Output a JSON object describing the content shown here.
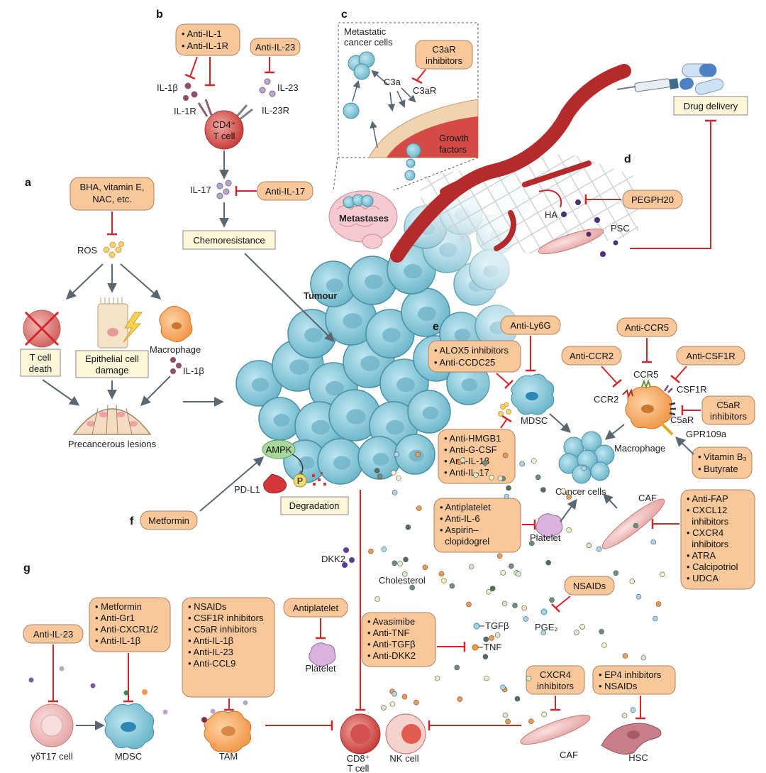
{
  "panel_labels": {
    "a": "a",
    "b": "b",
    "c": "c",
    "d": "d",
    "e": "e",
    "f": "f",
    "g": "g"
  },
  "colors": {
    "box_fill": "#f9c89a",
    "box_stroke": "#b08160",
    "inhibit": "#d4252a",
    "arrow": "#5a6670",
    "cell": "#8fd0e2",
    "vessel": "#b52a2a",
    "outcome_fill": "#fdf6d8"
  },
  "tumour": {
    "label": "Tumour"
  },
  "panel_a": {
    "antioxidants": [
      "BHA, vitamin E,",
      "NAC, etc."
    ],
    "ros": "ROS",
    "t_cell_death": [
      "T cell",
      "death"
    ],
    "epithelial_damage": [
      "Epithelial cell",
      "damage"
    ],
    "macrophage": "Macrophage",
    "il1b": "IL-1β",
    "precancerous": "Precancerous lesions"
  },
  "panel_b": {
    "anti_il1": [
      "• Anti-IL-1",
      "• Anti-IL-1R"
    ],
    "anti_il23": "Anti-IL-23",
    "il1b": "IL-1β",
    "il23": "IL-23",
    "il1r": "IL-1R",
    "il23r": "IL-23R",
    "cd4": [
      "CD4⁺",
      "T cell"
    ],
    "il17": "IL-17",
    "anti_il17": "Anti-IL-17",
    "chemoresistance": "Chemoresistance"
  },
  "panel_c": {
    "metastatic": [
      "Metastatic",
      "cancer cells"
    ],
    "c3a": "C3a",
    "c3ar": "C3aR",
    "c3ar_inhibitors": [
      "C3aR",
      "inhibitors"
    ],
    "growth_factors": [
      "Growth",
      "factors"
    ],
    "metastases": "Metastases"
  },
  "panel_d": {
    "drug_delivery": "Drug delivery",
    "pegph20": "PEGPH20",
    "ha": "HA",
    "psc": "PSC"
  },
  "panel_e": {
    "anti_ly6g": "Anti-Ly6G",
    "alox5": [
      "• ALOX5 inhibitors",
      "• Anti-CCDC25"
    ],
    "mdsc": "MDSC",
    "anti_hmgb1": [
      "• Anti-HMGB1",
      "• Anti-G-CSF",
      "• Anti-IL-1β",
      "• Anti-IL-17"
    ],
    "anti_ccr5": "Anti-CCR5",
    "anti_ccr2": "Anti-CCR2",
    "anti_csf1r": "Anti-CSF1R",
    "ccr5": "CCR5",
    "ccr2": "CCR2",
    "csf1r": "CSF1R",
    "c5ar": "C5aR",
    "c5ar_inhibitors": [
      "C5aR",
      "inhibitors"
    ],
    "gpr109a": "GPR109a",
    "macrophage": "Macrophage",
    "vitamin_b3": [
      "• Vitamin B₃",
      "• Butyrate"
    ],
    "cancer_cells": "Cancer cells",
    "antiplatelet": [
      "• Antiplatelet",
      "• Anti-IL-6",
      "• Aspirin–",
      "  clopidogrel"
    ],
    "platelet": "Platelet",
    "caf": "CAF",
    "anti_fap": [
      "• Anti-FAP",
      "• CXCL12",
      "  inhibitors",
      "• CXCR4",
      "  inhibitors",
      "• ATRA",
      "• Calcipotriol",
      "• UDCA"
    ]
  },
  "panel_f": {
    "ampk": "AMPK",
    "p": "P",
    "pdl1": "PD-L1",
    "degradation": "Degradation",
    "metformin": "Metformin"
  },
  "panel_g": {
    "anti_il23": "Anti-IL-23",
    "gdt17": "γδT17 cell",
    "metformin_box": [
      "• Metformin",
      "• Anti-Gr1",
      "• Anti-CXCR1/2",
      "• Anti-IL-1β"
    ],
    "mdsc": "MDSC",
    "nsaids_box": [
      "• NSAIDs",
      "• CSF1R inhibitors",
      "• C5aR inhibitors",
      "• Anti-IL-1β",
      "• Anti-IL-23",
      "• Anti-CCL9"
    ],
    "tam": "TAM",
    "antiplatelet": "Antiplatelet",
    "platelet": "Platelet",
    "dkk2": "DKK2",
    "cholesterol": "Cholesterol",
    "avasimibe_box": [
      "• Avasimibe",
      "• Anti-TNF",
      "• Anti-TGFβ",
      "• Anti-DKK2"
    ],
    "tgfb": "TGFβ",
    "tnf": "TNF",
    "nsaids": "NSAIDs",
    "pge2": "PGE₂",
    "cxcr4_box": [
      "CXCR4",
      "inhibitors"
    ],
    "ep4_box": [
      "• EP4 inhibitors",
      "• NSAIDs"
    ],
    "cd8": [
      "CD8⁺",
      "T cell"
    ],
    "nk": "NK cell",
    "caf": "CAF",
    "hsc": "HSC"
  }
}
